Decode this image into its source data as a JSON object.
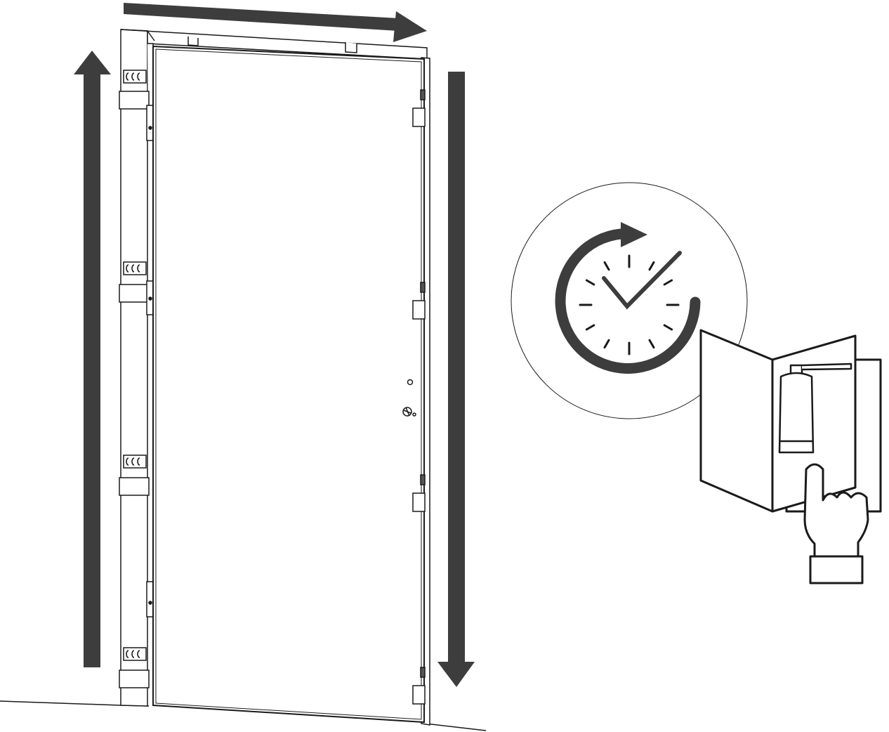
{
  "diagram": {
    "colors": {
      "arrow": "#3d3d3d",
      "line": "#1a1a1a",
      "background": "#ffffff"
    },
    "arrows": [
      {
        "name": "top-arrow",
        "direction": "right"
      },
      {
        "name": "left-arrow",
        "direction": "up"
      },
      {
        "name": "right-arrow",
        "direction": "down"
      }
    ],
    "icons": [
      "door-frame-icon",
      "door-leaf-icon",
      "clock-icon",
      "refresh-arrow-icon",
      "checkmark-icon",
      "instruction-leaflet-icon",
      "spray-bottle-icon",
      "pointing-hand-icon"
    ],
    "clock_ticks": 12
  }
}
